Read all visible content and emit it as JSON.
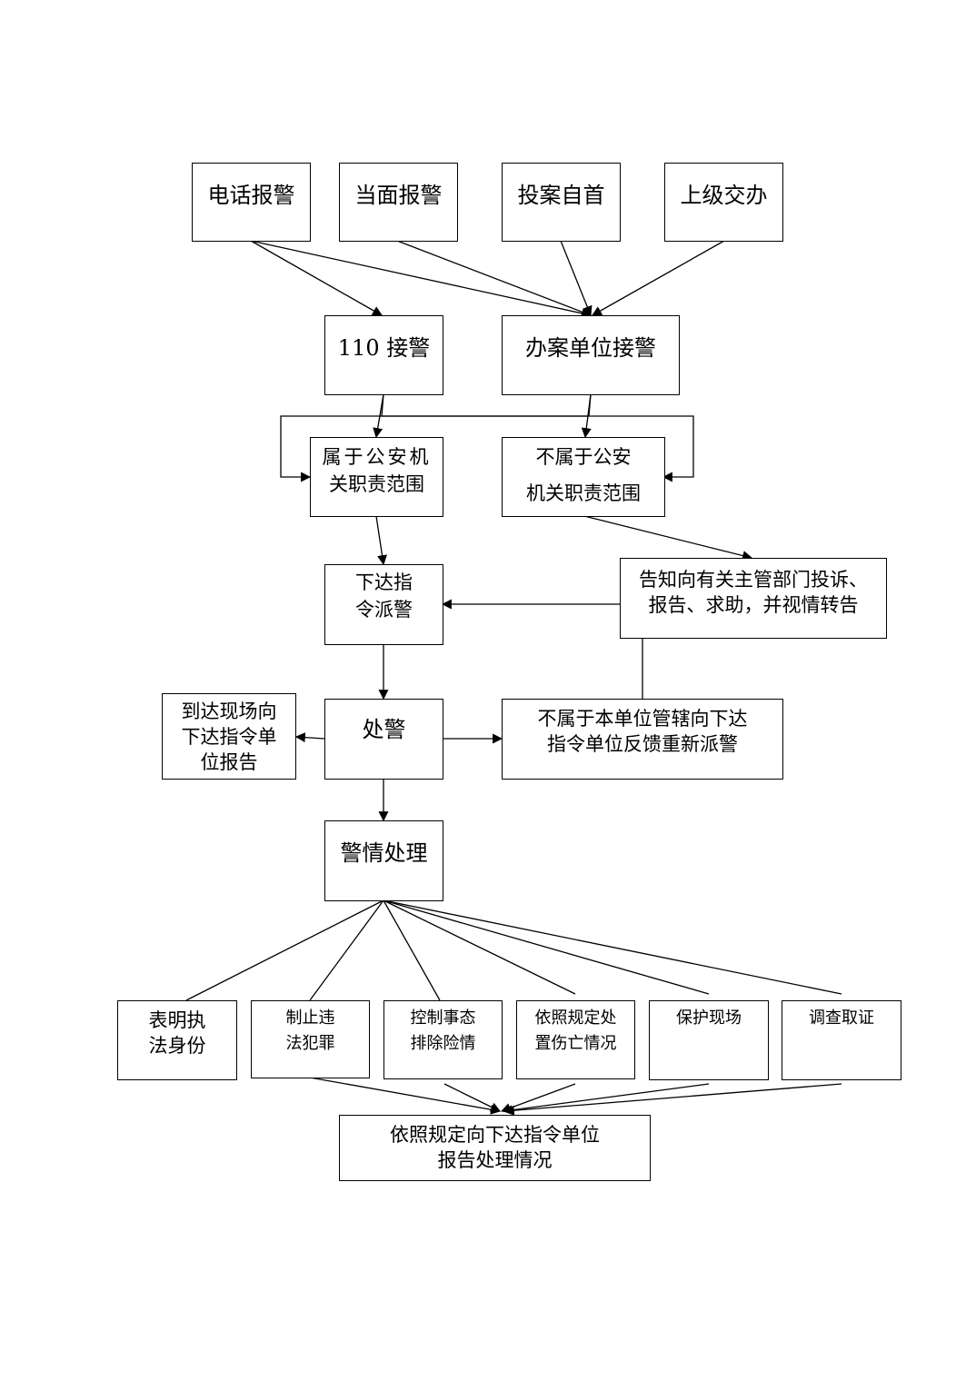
{
  "nodes": {
    "phone_report": "电话报警",
    "in_person_report": "当面报警",
    "surrender": "投案自首",
    "superior_assign": "上级交办",
    "receive_110": "110 接警",
    "unit_receive": "办案单位接警",
    "in_scope_1": "属于公安机",
    "in_scope_2": "关职责范围",
    "not_scope_1": "不属于公安",
    "not_scope_2": "机关职责范围",
    "dispatch_1": "下达指",
    "dispatch_2": "令派警",
    "inform_1": "告知向有关主管部门投诉、",
    "inform_2": "报告、求助，并视情转告",
    "handle": "处警",
    "arrive_1": "到达现场向",
    "arrive_2": "下达指令单",
    "arrive_3": "位报告",
    "not_jurisdiction_1": "不属于本单位管辖向下达",
    "not_jurisdiction_2": "指令单位反馈重新派警",
    "process": "警情处理",
    "identity_1": "表明执",
    "identity_2": "法身份",
    "stop_crime_1": "制止违",
    "stop_crime_2": "法犯罪",
    "control_1": "控制事态",
    "control_2": "排除险情",
    "casualty_1": "依照规定处",
    "casualty_2": "置伤亡情况",
    "protect_scene": "保护现场",
    "evidence": "调查取证",
    "report_1": "依照规定向下达指令单位",
    "report_2": "报告处理情况"
  }
}
